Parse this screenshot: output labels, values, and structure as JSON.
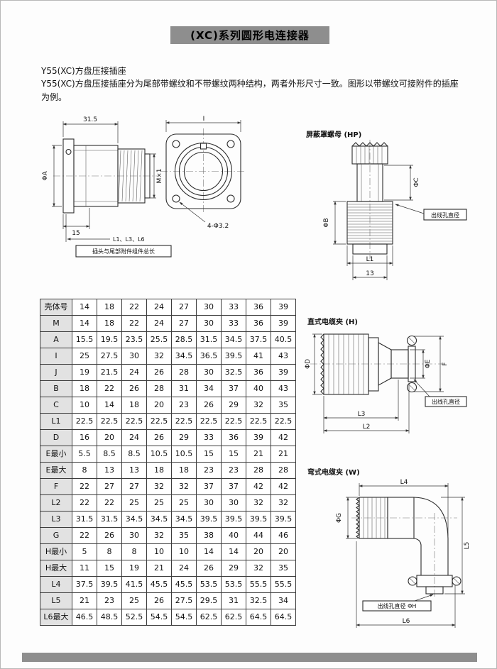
{
  "page": {
    "title": "(XC)系列圆形电连接器",
    "subtitle": "Y55(XC)方盘压接插座",
    "description": "Y55(XC)方盘压接插座分为尾部带螺纹和不带螺纹两种结构，两者外形尺寸一致。图形以带螺纹可接附件的插座为例。"
  },
  "drawings": {
    "plug_side": {
      "dim_31_5": "31.5",
      "dim_phi_a": "ΦA",
      "dim_m1": "M×1",
      "dim_15": "15",
      "note_dims": "L1、L3、L6",
      "note_box": "插头与尾部附件组件总长"
    },
    "plug_front": {
      "dim_i": "I",
      "dim_holes": "4-Φ3.2"
    },
    "shield_nut": {
      "title": "屏蔽罩螺母 (HP)",
      "dim_phi_b": "ΦB",
      "dim_phi_c": "ΦC",
      "outlet_label": "出线孔直径",
      "dim_l1": "L1",
      "dim_13": "13"
    },
    "straight_clamp": {
      "title": "直式电缆夹 (H)",
      "dim_phi_d": "ΦD",
      "dim_phi_e": "ΦE",
      "dim_f": "F",
      "outlet_label": "出线孔直径",
      "dim_l3": "L3",
      "dim_l2": "L2"
    },
    "angle_clamp": {
      "title": "弯式电缆夹 (W)",
      "dim_l4": "L4",
      "dim_phi_g": "ΦG",
      "dim_l5": "L5",
      "outlet_label": "出线孔直径 ΦH",
      "dim_l6": "L6"
    }
  },
  "table": {
    "rows": [
      {
        "label": "壳体号",
        "values": [
          "14",
          "18",
          "22",
          "24",
          "27",
          "30",
          "33",
          "36",
          "39"
        ]
      },
      {
        "label": "M",
        "values": [
          "14",
          "18",
          "22",
          "24",
          "27",
          "30",
          "33",
          "36",
          "39"
        ]
      },
      {
        "label": "A",
        "values": [
          "15.5",
          "19.5",
          "23.5",
          "25.5",
          "28.5",
          "31.5",
          "34.5",
          "37.5",
          "40.5"
        ]
      },
      {
        "label": "I",
        "values": [
          "25",
          "27.5",
          "30",
          "32",
          "34.5",
          "36.5",
          "39.5",
          "41",
          "43"
        ]
      },
      {
        "label": "J",
        "values": [
          "19",
          "21.5",
          "24",
          "26",
          "28",
          "30",
          "32.5",
          "36",
          "39"
        ]
      },
      {
        "label": "B",
        "values": [
          "18",
          "22",
          "26",
          "28",
          "31",
          "34",
          "37",
          "40",
          "43"
        ]
      },
      {
        "label": "C",
        "values": [
          "10",
          "14",
          "18",
          "20",
          "23",
          "26",
          "29",
          "32",
          "35"
        ]
      },
      {
        "label": "L1",
        "values": [
          "22.5",
          "22.5",
          "22.5",
          "22.5",
          "22.5",
          "22.5",
          "22.5",
          "22.5",
          "22.5"
        ]
      },
      {
        "label": "D",
        "values": [
          "16",
          "20",
          "24",
          "26",
          "29",
          "33",
          "36",
          "39",
          "42"
        ]
      },
      {
        "label": "E最小",
        "values": [
          "5.5",
          "8.5",
          "8.5",
          "10.5",
          "10.5",
          "15",
          "15",
          "21",
          "21"
        ]
      },
      {
        "label": "E最大",
        "values": [
          "8",
          "13",
          "13",
          "18",
          "18",
          "23",
          "23",
          "28",
          "28"
        ]
      },
      {
        "label": "F",
        "values": [
          "22",
          "27",
          "27",
          "32",
          "32",
          "37",
          "37",
          "42",
          "42"
        ]
      },
      {
        "label": "L2",
        "values": [
          "22",
          "22",
          "25",
          "25",
          "25",
          "30",
          "30",
          "32",
          "32"
        ]
      },
      {
        "label": "L3",
        "values": [
          "31.5",
          "31.5",
          "34.5",
          "34.5",
          "34.5",
          "39.5",
          "39.5",
          "39.5",
          "39.5"
        ]
      },
      {
        "label": "G",
        "values": [
          "22",
          "26",
          "30",
          "32",
          "35",
          "38",
          "40",
          "44",
          "46"
        ]
      },
      {
        "label": "H最小",
        "values": [
          "5",
          "8",
          "8",
          "10",
          "10",
          "14",
          "14",
          "20",
          "20"
        ]
      },
      {
        "label": "H最大",
        "values": [
          "11",
          "15",
          "19",
          "21",
          "24",
          "26",
          "29",
          "32",
          "35"
        ]
      },
      {
        "label": "L4",
        "values": [
          "37.5",
          "39.5",
          "41.5",
          "45.5",
          "45.5",
          "53.5",
          "53.5",
          "55.5",
          "55.5"
        ]
      },
      {
        "label": "L5",
        "values": [
          "21",
          "23",
          "25",
          "26",
          "27.5",
          "29.5",
          "31",
          "32.5",
          "34"
        ]
      },
      {
        "label": "L6最大",
        "values": [
          "46.5",
          "48.5",
          "52.5",
          "54.5",
          "54.5",
          "62.5",
          "62.5",
          "64.5",
          "64.5"
        ]
      }
    ]
  }
}
